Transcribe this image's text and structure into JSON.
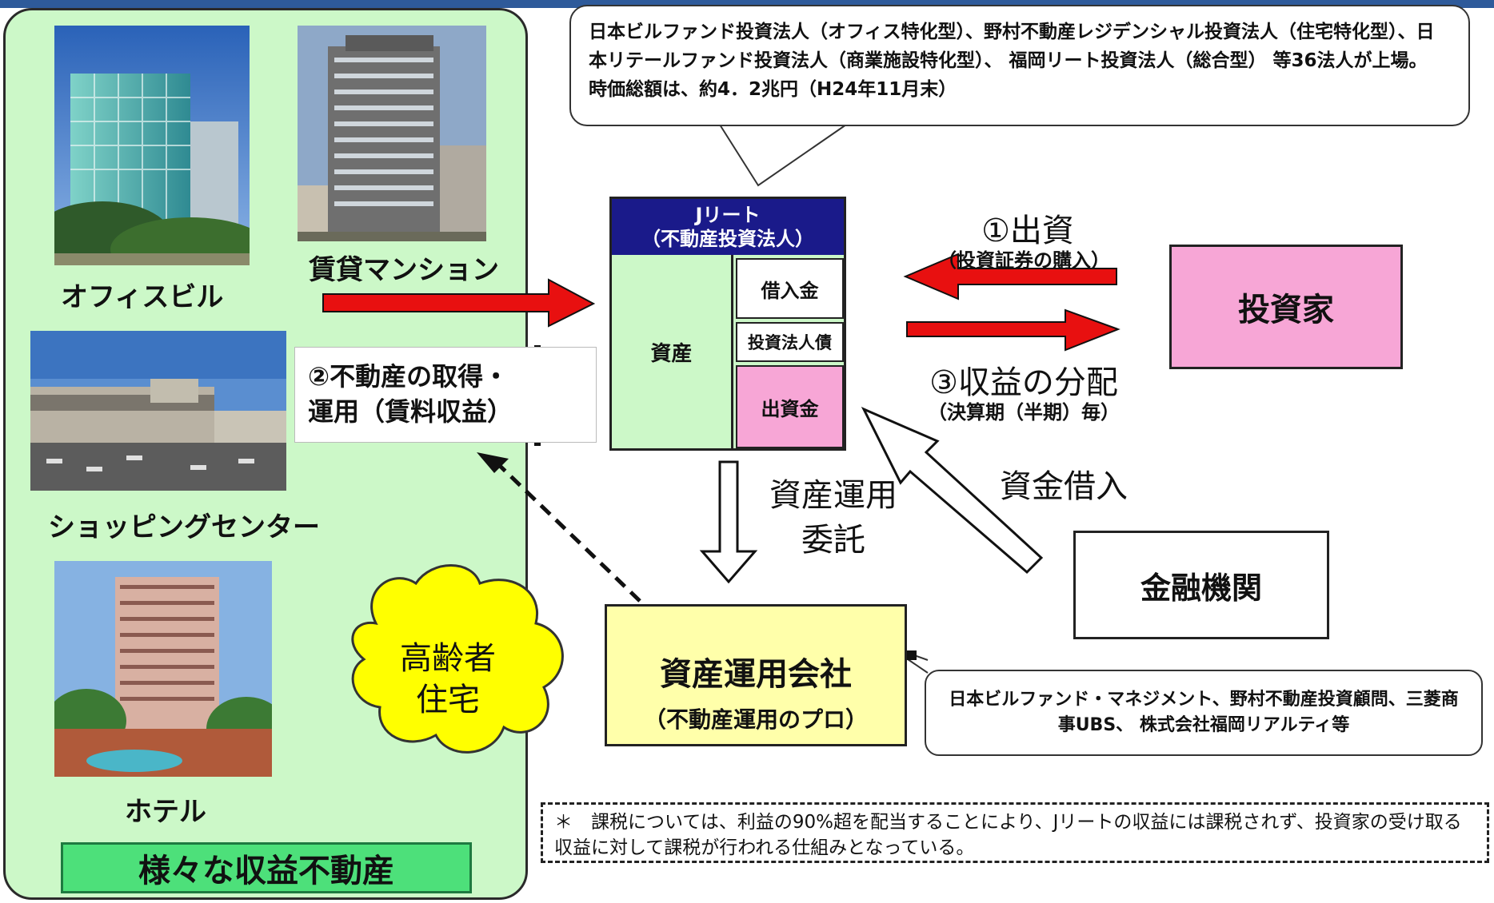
{
  "properties": {
    "office": "オフィスビル",
    "mansion": "賃貸マンション",
    "shopping": "ショッピングセンター",
    "hotel": "ホテル",
    "elderly": "高齢者\n住宅",
    "footer": "様々な収益不動産"
  },
  "top_callout": "日本ビルファンド投資法人（オフィス特化型）、野村不動産レジデンシャル投資法人（住宅特化型）、日本リテールファンド投資法人（商業施設特化型）、 福岡リート投資法人（総合型） 等36法人が上場。 時価総額は、約4．2兆円（H24年11月末）",
  "acquisition_label": "②不動産の取得・\n運用（賃料収益）",
  "jreit": {
    "title": "Jリート\n（不動産投資法人）",
    "assets": "資産",
    "borrowing": "借入金",
    "bonds": "投資法人債",
    "equity": "出資金"
  },
  "investment": {
    "label": "①出資",
    "sub": "（投資証券の購入）"
  },
  "distribution": {
    "label": "③収益の分配",
    "sub": "（決算期（半期）毎）"
  },
  "investor": "投資家",
  "loan_label": "資金借入",
  "bank": "金融機関",
  "entrust_label": "資産運用\n委託",
  "asset_manager": {
    "title": "資産運用会社",
    "sub": "（不動産運用のプロ）"
  },
  "manager_callout": "日本ビルファンド・マネジメント、野村不動産投資顧問、三菱商事UBS、 株式会社福岡リアルティ等",
  "tax_note": "＊　課税については、利益の90%超を配当することにより、Jリートの収益には課税されず、投資家の受け取る収益に対して課税が行われる仕組みとなっている。",
  "colors": {
    "panel_green": "#ccf8c8",
    "jreit_navy": "#1a1a8a",
    "equity_pink": "#f7a6d6",
    "investor_pink": "#f7a6d6",
    "manager_yellow": "#ffffaa",
    "cloud_yellow": "#ffff00",
    "arrow_red": "#e81010"
  }
}
